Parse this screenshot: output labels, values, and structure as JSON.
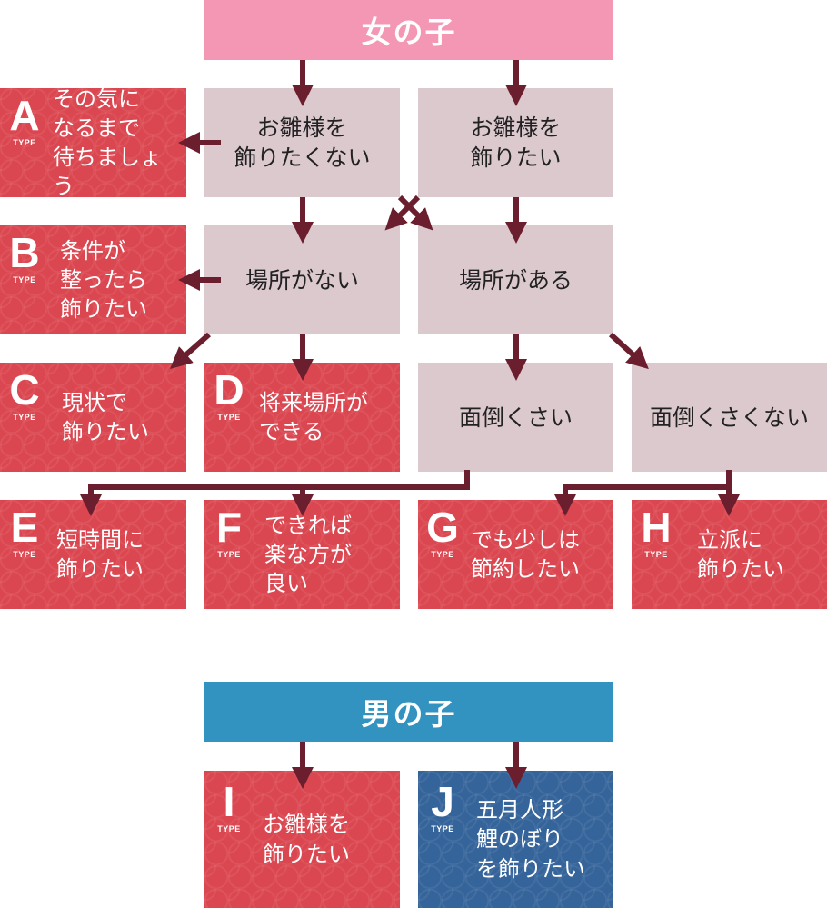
{
  "colors": {
    "girl_header": "#f497b4",
    "boy_header": "#3293c0",
    "question_box": "#dbc9ce",
    "type_red": "#db4750",
    "type_blue": "#35649a",
    "arrow": "#6b1e2e"
  },
  "girl": {
    "title": "女の子",
    "q_no": "お雛様を\n飾りたくない",
    "q_yes": "お雛様を\n飾りたい",
    "q_no_place": "場所がない",
    "q_has_place": "場所がある",
    "q_bother": "面倒くさい",
    "q_no_bother": "面倒くさくない"
  },
  "boy": {
    "title": "男の子"
  },
  "type_tag": "TYPE",
  "types": {
    "A": {
      "letter": "A",
      "text": "その気に\nなるまで\n待ちましょう"
    },
    "B": {
      "letter": "B",
      "text": "条件が\n整ったら\n飾りたい"
    },
    "C": {
      "letter": "C",
      "text": "現状で\n飾りたい"
    },
    "D": {
      "letter": "D",
      "text": "将来場所が\nできる"
    },
    "E": {
      "letter": "E",
      "text": "短時間に\n飾りたい"
    },
    "F": {
      "letter": "F",
      "text": "できれば\n楽な方が\n良い"
    },
    "G": {
      "letter": "G",
      "text": "でも少しは\n節約したい"
    },
    "H": {
      "letter": "H",
      "text": "立派に\n飾りたい"
    },
    "I": {
      "letter": "I",
      "text": "お雛様を\n飾りたい"
    },
    "J": {
      "letter": "J",
      "text": "五月人形\n鯉のぼり\nを飾りたい"
    }
  }
}
